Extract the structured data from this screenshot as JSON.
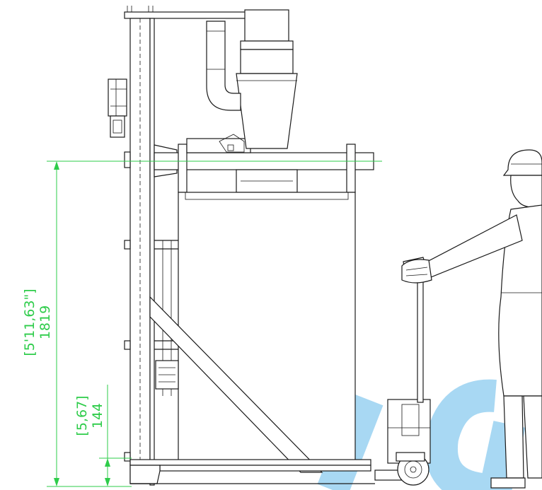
{
  "dimensions": {
    "total_height": {
      "imperial": "[5'11,63\"]",
      "metric": "1819"
    },
    "base_height": {
      "imperial": "[5,67]",
      "metric": "144"
    }
  },
  "colors": {
    "dimension": "#2ecc4a",
    "linework": "#1a1a1a",
    "watermark": "#a8d8f3",
    "background": "#ffffff"
  }
}
